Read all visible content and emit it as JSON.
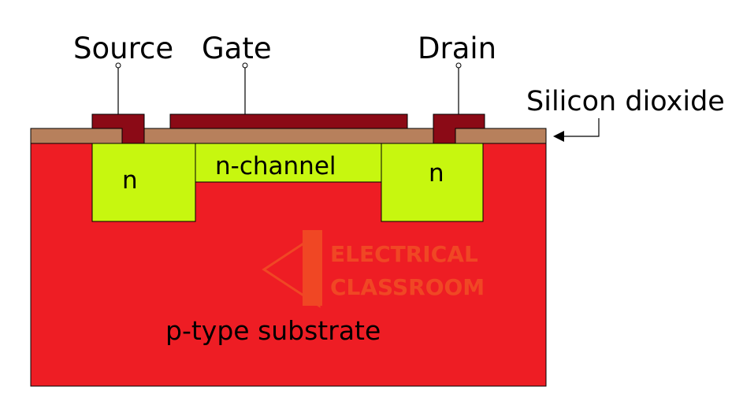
{
  "terminals": {
    "source": "Source",
    "gate": "Gate",
    "drain": "Drain"
  },
  "oxide_label": "Silicon dioxide",
  "regions": {
    "source_n": "n",
    "drain_n": "n",
    "channel": "n-channel",
    "substrate": "p-type substrate"
  },
  "watermark": {
    "line1": "ELECTRICAL",
    "line2": "CLASSROOM"
  },
  "colors": {
    "substrate": "#ee1d24",
    "n_region": "#c7f70f",
    "oxide": "#b7805c",
    "metal": "#8b0a16",
    "outline": "#000000"
  }
}
